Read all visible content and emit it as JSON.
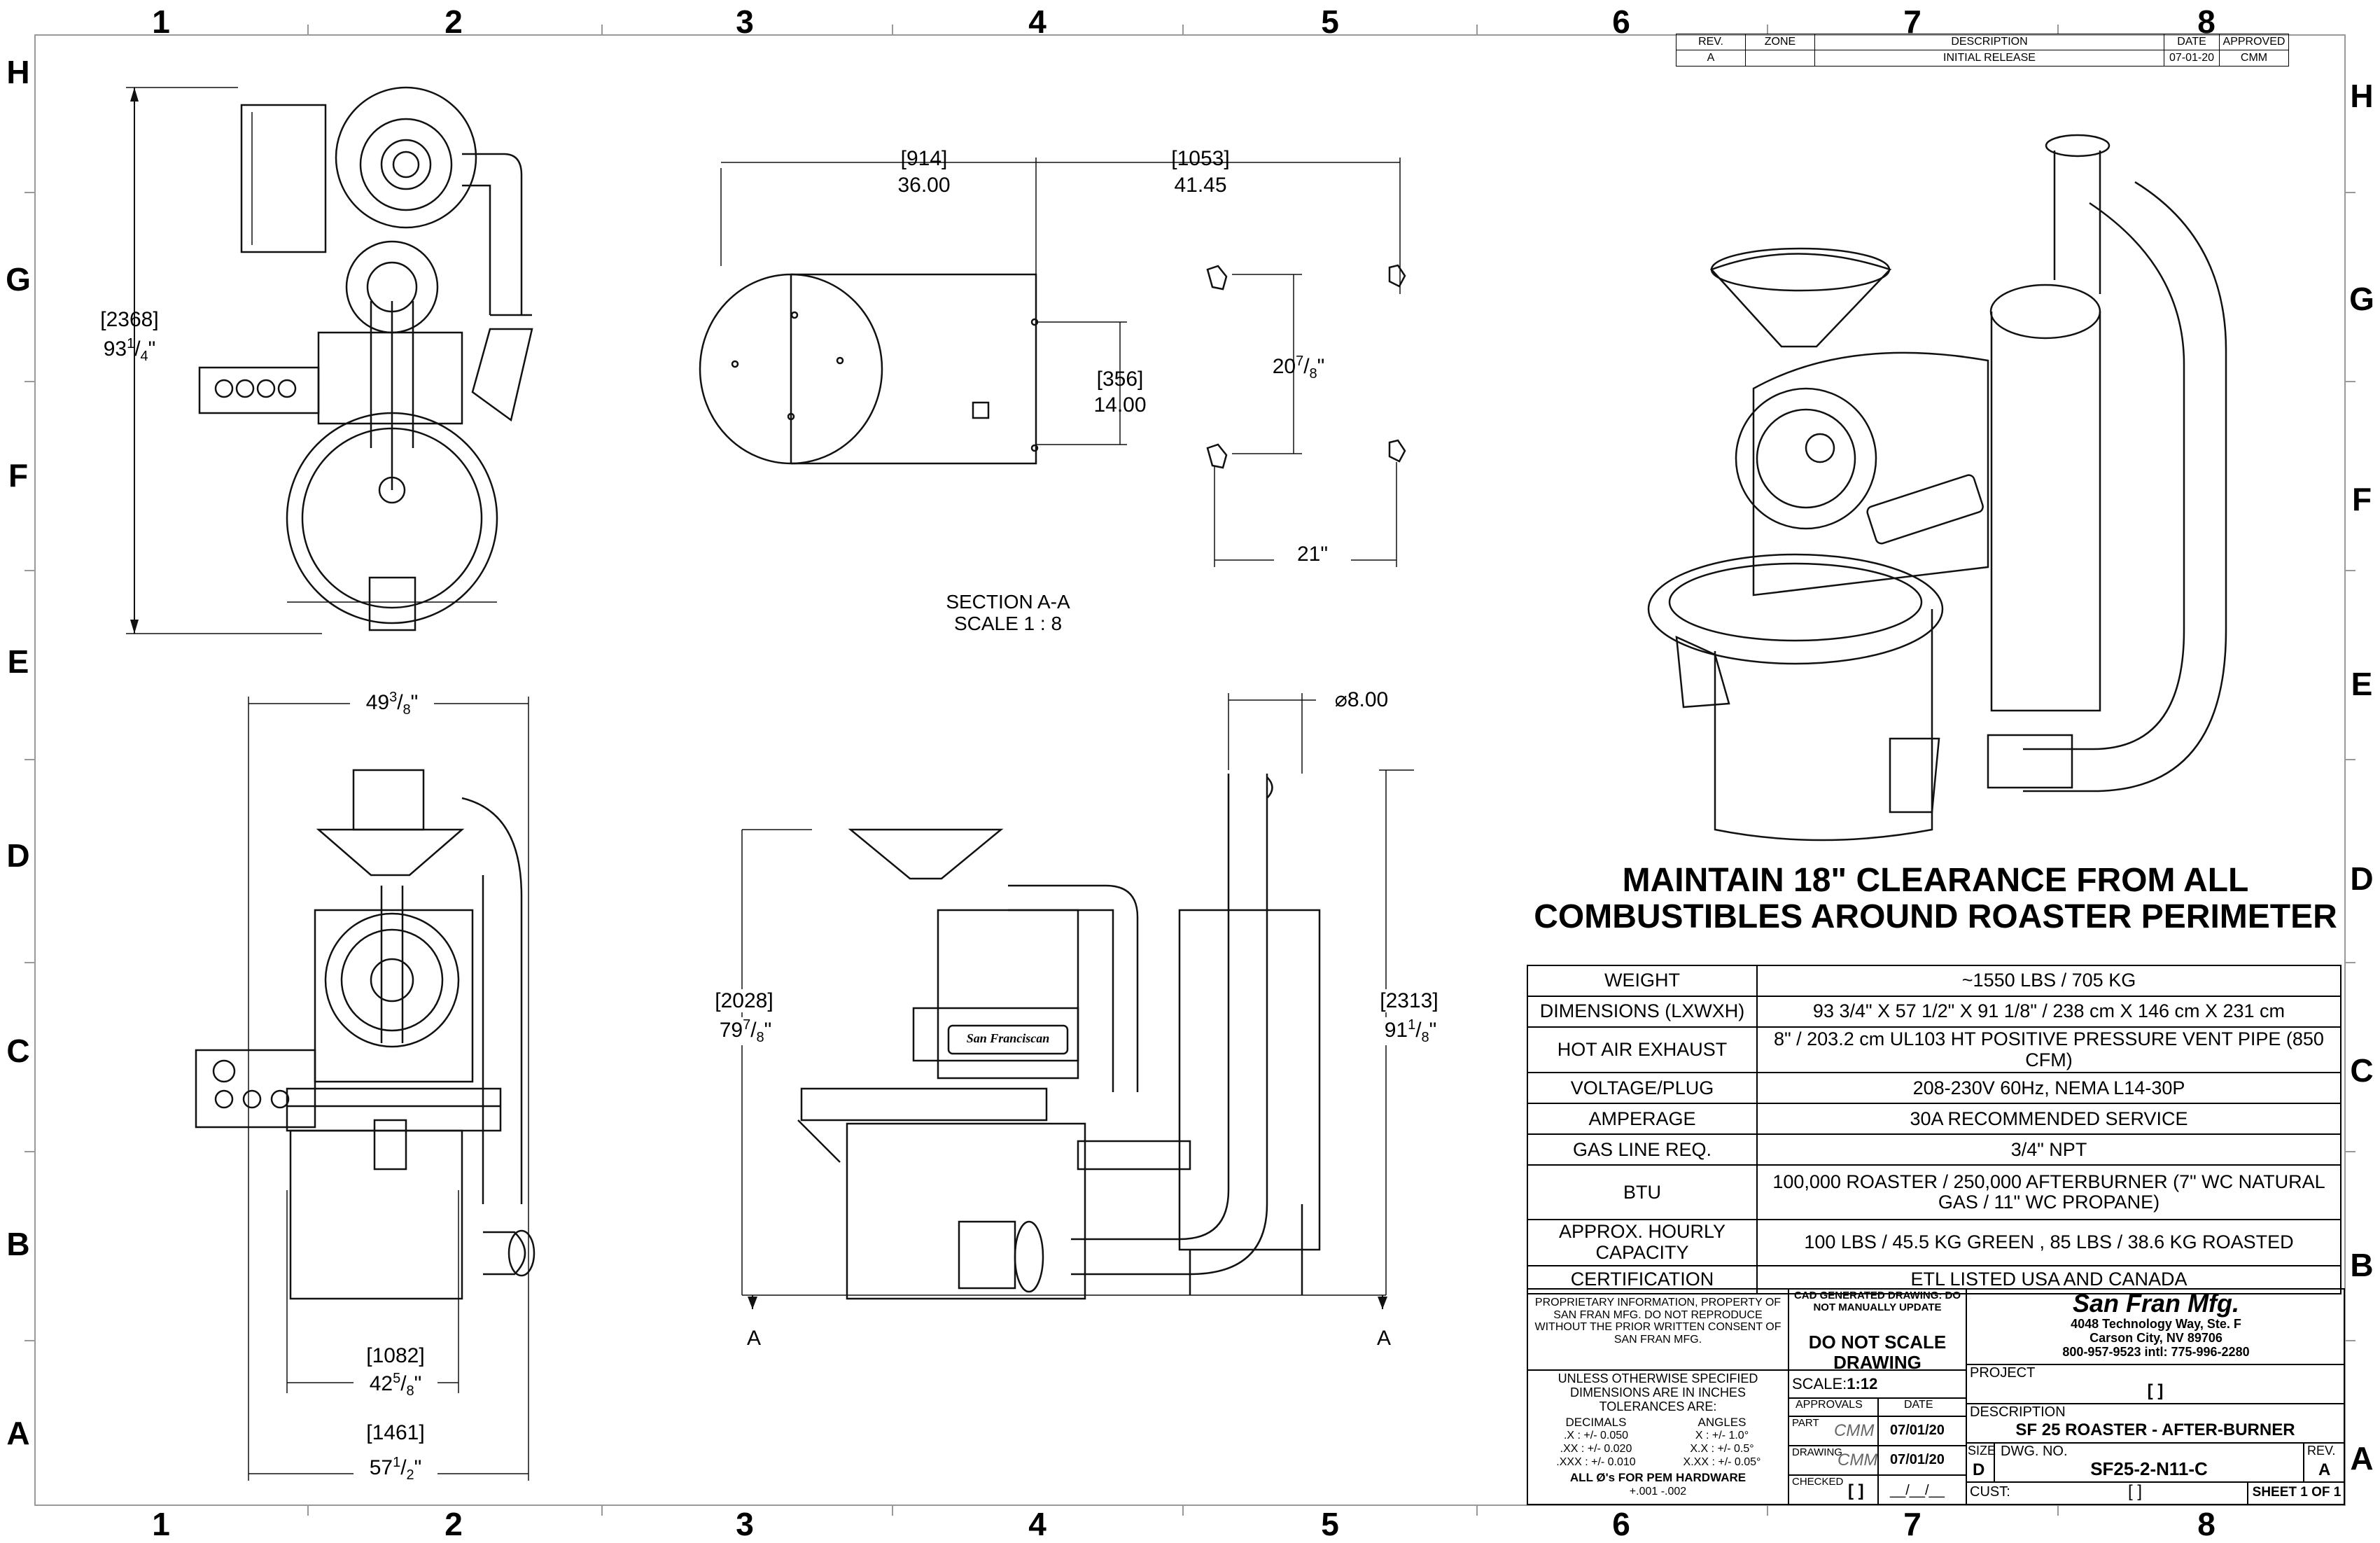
{
  "zones": {
    "columns": [
      "1",
      "2",
      "3",
      "4",
      "5",
      "6",
      "7",
      "8"
    ],
    "rows": [
      "H",
      "G",
      "F",
      "E",
      "D",
      "C",
      "B",
      "A"
    ]
  },
  "revision_table": {
    "headers": [
      "REV.",
      "ZONE",
      "DESCRIPTION",
      "DATE",
      "APPROVED"
    ],
    "row": [
      "A",
      "",
      "INITIAL RELEASE",
      "07-01-20",
      "CMM"
    ]
  },
  "dimensions": {
    "top_left_height_mm": "2368",
    "top_left_height_in": "93",
    "top_left_height_frac_num": "1",
    "top_left_height_frac_den": "4",
    "section_width_mm": "914",
    "section_width_in": "36.00",
    "section_total_mm": "1053",
    "section_total_in": "41.45",
    "section_height_mm": "356",
    "section_height_in": "14.00",
    "feet_height_whole": "20",
    "feet_height_num": "7",
    "feet_height_den": "8",
    "feet_width": "21\"",
    "front_width_whole": "49",
    "front_width_num": "3",
    "front_width_den": "8",
    "front_base_mm": "1082",
    "front_base_whole": "42",
    "front_base_num": "5",
    "front_base_den": "8",
    "front_total_mm": "1461",
    "front_total_whole": "57",
    "front_total_num": "1",
    "front_total_den": "2",
    "side_height_mm": "2028",
    "side_height_whole": "79",
    "side_height_num": "7",
    "side_height_den": "8",
    "side_total_mm": "2313",
    "side_total_whole": "91",
    "side_total_num": "1",
    "side_total_den": "8",
    "exhaust_dia": "⌀8.00",
    "section_marker": "A"
  },
  "section": {
    "line1": "SECTION A-A",
    "line2": "SCALE 1 : 8"
  },
  "warning": {
    "line1": "MAINTAIN 18\" CLEARANCE FROM ALL",
    "line2": "COMBUSTIBLES AROUND ROASTER PERIMETER"
  },
  "specs": [
    {
      "label": "WEIGHT",
      "value": "~1550 LBS / 705 KG"
    },
    {
      "label": "DIMENSIONS (LXWXH)",
      "value": "93 3/4\" X 57 1/2\" X 91 1/8\" / 238 cm X 146 cm X 231 cm"
    },
    {
      "label": "HOT AIR EXHAUST",
      "value": "8\" / 203.2 cm UL103 HT POSITIVE PRESSURE VENT PIPE (850 CFM)"
    },
    {
      "label": "VOLTAGE/PLUG",
      "value": "208-230V 60Hz, NEMA L14-30P"
    },
    {
      "label": "AMPERAGE",
      "value": "30A RECOMMENDED SERVICE"
    },
    {
      "label": "GAS LINE REQ.",
      "value": "3/4\" NPT"
    },
    {
      "label": "BTU",
      "value": "100,000 ROASTER / 250,000 AFTERBURNER (7\" WC NATURAL GAS / 11\" WC PROPANE)"
    },
    {
      "label": "APPROX. HOURLY CAPACITY",
      "value": "100 LBS / 45.5 KG GREEN , 85 LBS / 38.6 KG ROASTED"
    },
    {
      "label": "CERTIFICATION",
      "value": "ETL LISTED USA AND CANADA"
    }
  ],
  "title_block": {
    "proprietary": "PROPRIETARY INFORMATION, PROPERTY OF SAN FRAN MFG. DO NOT REPRODUCE WITHOUT THE PRIOR WRITTEN CONSENT OF SAN FRAN MFG.",
    "cad_generated": "CAD GENERATED DRAWING: DO NOT MANUALLY UPDATE",
    "do_not_scale": "DO NOT SCALE DRAWING",
    "company": "San Fran Mfg.",
    "address1": "4048 Technology Way, Ste. F",
    "address2": "Carson City, NV 89706",
    "phone": "800-957-9523  intl: 775-996-2280",
    "tolerance_header": "UNLESS OTHERWISE SPECIFIED DIMENSIONS ARE IN INCHES TOLERANCES ARE:",
    "decimals_label": "DECIMALS",
    "angles_label": "ANGLES",
    "tol1": ".X : +/- 0.050",
    "tol2": ".XX : +/- 0.020",
    "tol3": ".XXX : +/- 0.010",
    "ang1": "X : +/- 1.0°",
    "ang2": "X.X : +/- 0.5°",
    "ang3": "X.XX : +/- 0.05°",
    "pem_note": "ALL Ø's FOR PEM HARDWARE",
    "pem_tol": "+.001  -.002",
    "scale_label": "SCALE:",
    "scale_value": "1:12",
    "approvals": "APPROVALS",
    "date": "DATE",
    "part": "PART",
    "part_by": "CMM",
    "part_date": "07/01/20",
    "drawing": "DRAWING",
    "drawing_by": "CMM",
    "drawing_date": "07/01/20",
    "checked": "CHECKED",
    "checked_by": "[ ]",
    "checked_date": "__/__/__",
    "project_label": "PROJECT",
    "project_value": "[ ]",
    "description_label": "DESCRIPTION",
    "description_value": "SF 25 ROASTER - AFTER-BURNER",
    "size_label": "SIZE",
    "size_value": "D",
    "dwg_label": "DWG. NO.",
    "dwg_value": "SF25-2-N11-C",
    "rev_label": "REV.",
    "rev_value": "A",
    "cust_label": "CUST:",
    "cust_value": "[ ]",
    "sheet": "SHEET 1 OF 1"
  },
  "brand_plate": "San Franciscan"
}
